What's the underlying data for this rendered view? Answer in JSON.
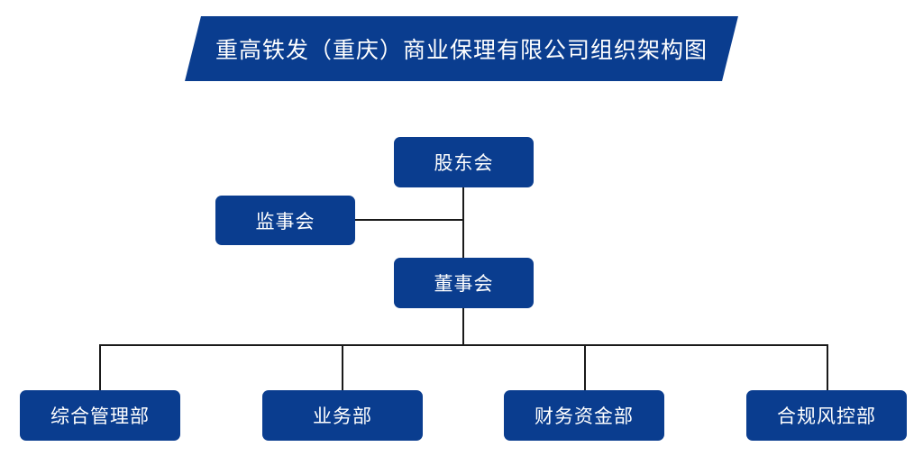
{
  "title": {
    "text": "重高铁发（重庆）商业保理有限公司组织架构图"
  },
  "colors": {
    "node_fill": "#0a3d8f",
    "node_text": "#ffffff",
    "connector": "#1a1a1a",
    "background": "#ffffff"
  },
  "nodes": {
    "shareholders": {
      "label": "股东会"
    },
    "supervisors": {
      "label": "监事会"
    },
    "board": {
      "label": "董事会"
    }
  },
  "departments": [
    {
      "label": "综合管理部"
    },
    {
      "label": "业务部"
    },
    {
      "label": "财务资金部"
    },
    {
      "label": "合规风控部"
    }
  ]
}
